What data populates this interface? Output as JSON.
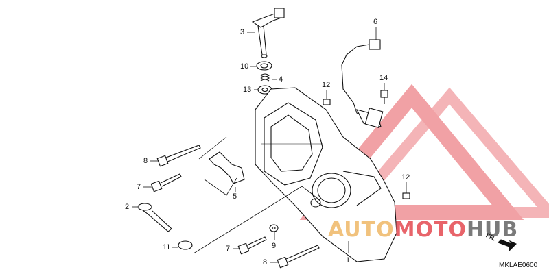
{
  "callouts": {
    "c1": "1",
    "c2": "2",
    "c3": "3",
    "c4": "4",
    "c5": "5",
    "c6": "6",
    "c7": "7",
    "c8": "8",
    "c9": "9",
    "c10": "10",
    "c11": "11",
    "c12": "12",
    "c13": "13",
    "c14": "14"
  },
  "labels": {
    "front": "FR.",
    "diagram_code": "MKLAE0600"
  },
  "watermark": {
    "part1": "AUTO",
    "part2": "MOTO",
    "part3": "HUB"
  },
  "colors": {
    "watermark_red": "#e8646a",
    "watermark_orange": "#f1c27d",
    "watermark_gray": "#7a7a7a",
    "line": "#111111"
  }
}
